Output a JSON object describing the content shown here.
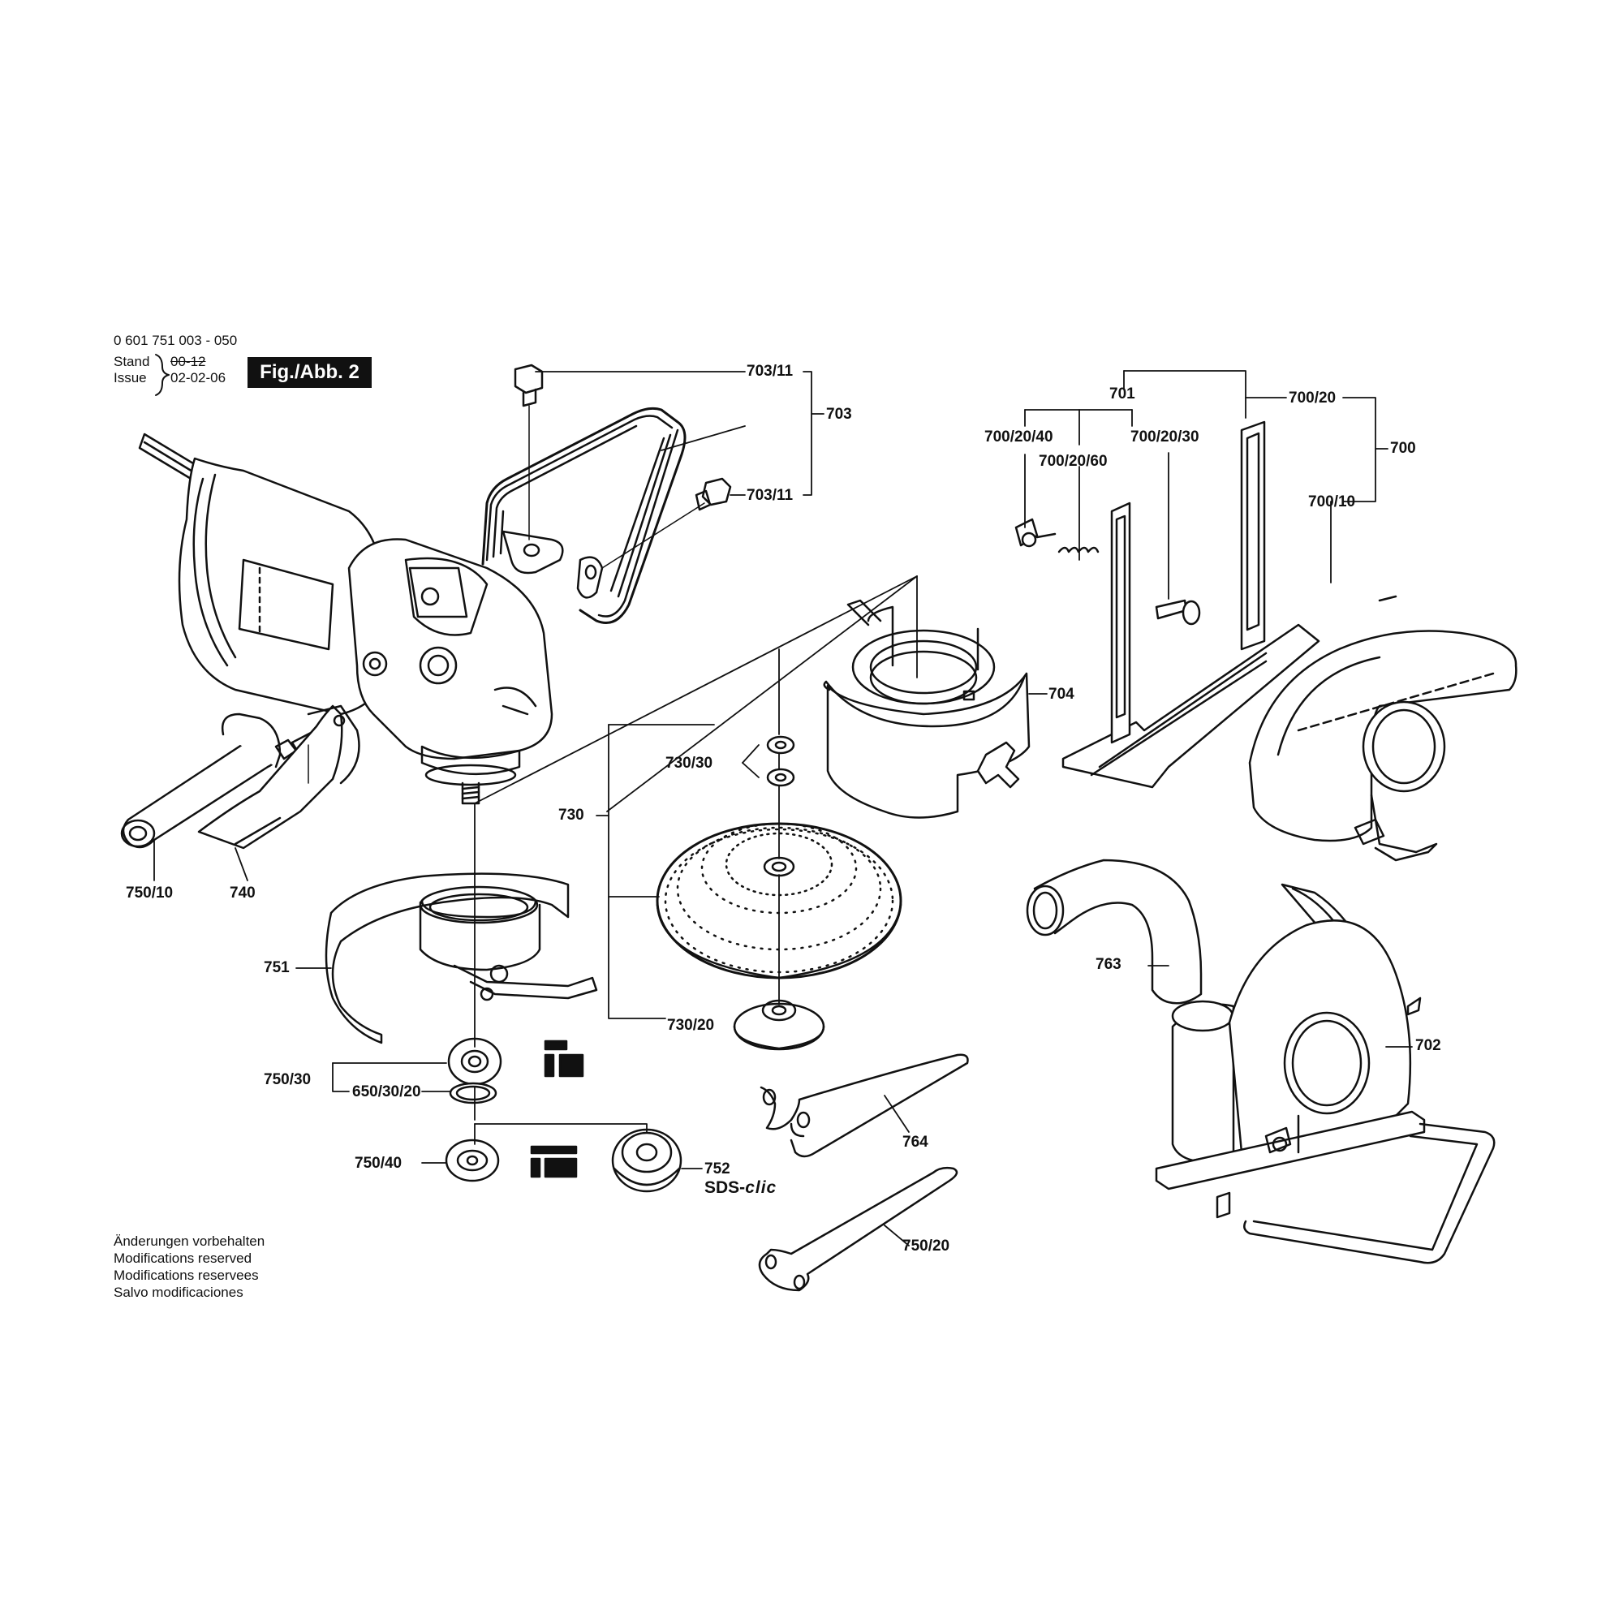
{
  "header": {
    "part_number": "0 601 751 003 - 050",
    "stand_label": "Stand",
    "stand_value": "00-12",
    "issue_label": "Issue",
    "issue_value": "02-02-06",
    "figure_label": "Fig./Abb. 2"
  },
  "notes": [
    "Änderungen vorbehalten",
    "Modifications reserved",
    "Modifications reservees",
    "Salvo modificaciones"
  ],
  "parts": {
    "p703_11_a": "703/11",
    "p703_11_b": "703/11",
    "p703": "703",
    "p701": "701",
    "p700_20": "700/20",
    "p700_20_40": "700/20/40",
    "p700_20_30": "700/20/30",
    "p700_20_60": "700/20/60",
    "p700": "700",
    "p700_10": "700/10",
    "p704": "704",
    "p730_30": "730/30",
    "p730": "730",
    "p730_20": "730/20",
    "p750_10": "750/10",
    "p740": "740",
    "p751": "751",
    "p750_30": "750/30",
    "p650_30_20": "650/30/20",
    "p750_40": "750/40",
    "p752": "752",
    "p764": "764",
    "p750_20": "750/20",
    "p763": "763",
    "p702": "702"
  },
  "sds": {
    "prefix": "SDS-",
    "suffix": "clic"
  }
}
